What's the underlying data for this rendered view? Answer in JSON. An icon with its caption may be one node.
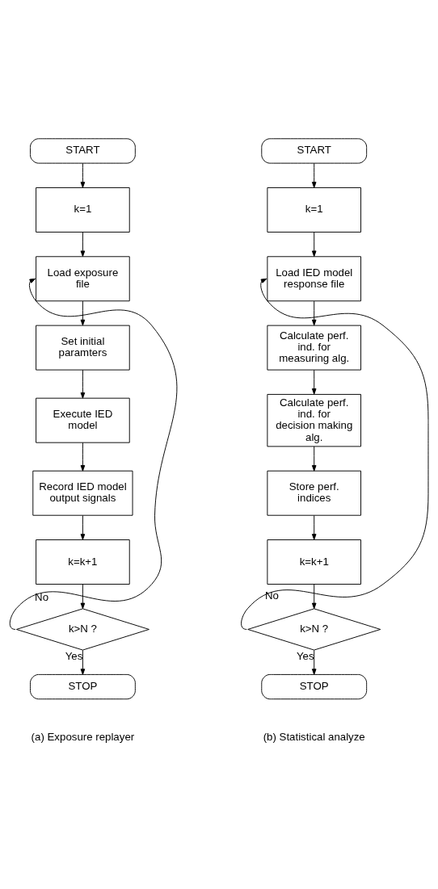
{
  "diagram": {
    "nodes": [
      {
        "text": [
          "START"
        ]
      },
      {
        "text": [
          "k=1"
        ]
      },
      {
        "text": [
          "Load exposure file"
        ]
      },
      {
        "text": [
          "Set initial paramters"
        ]
      },
      {
        "text": [
          "Execute IED model"
        ]
      },
      {
        "text": [
          "Record IED model output signals"
        ]
      },
      {
        "text": [
          "k=k+1"
        ]
      },
      {
        "text": [
          "k>N ?"
        ]
      },
      {
        "text": [
          "STOP"
        ]
      },
      {
        "text": [
          "START"
        ]
      },
      {
        "text": [
          "k=1"
        ]
      },
      {
        "text": [
          "Load IED model response file"
        ]
      },
      {
        "text": [
          "Calculate perf. ind. for measuring alg."
        ]
      },
      {
        "text": [
          "Calculate perf. ind. for decision making alg."
        ]
      },
      {
        "text": [
          "Store perf. indices"
        ]
      },
      {
        "text": [
          "k=k+1"
        ]
      },
      {
        "text": [
          "k>N ?"
        ]
      },
      {
        "text": [
          "STOP"
        ]
      }
    ],
    "edges": [
      {
        "from": 0,
        "to": 1,
        "arrow": "to"
      },
      {
        "from": 1,
        "to": 2,
        "arrow": "to"
      },
      {
        "from": 2,
        "to": 3,
        "arrow": "to"
      },
      {
        "from": 3,
        "to": 4,
        "arrow": "to"
      },
      {
        "from": 4,
        "to": 5,
        "arrow": "to"
      },
      {
        "from": 5,
        "to": 6,
        "arrow": "to"
      },
      {
        "from": 6,
        "to": 7,
        "arrow": "to"
      },
      {
        "from": 7,
        "to": 2,
        "arrow": "to",
        "label": "No"
      },
      {
        "from": 7,
        "to": 8,
        "arrow": "to",
        "label": "Yes"
      },
      {
        "from": 9,
        "to": 10,
        "arrow": "to"
      },
      {
        "from": 10,
        "to": 11,
        "arrow": "to"
      },
      {
        "from": 11,
        "to": 12,
        "arrow": "to"
      },
      {
        "from": 12,
        "to": 13,
        "arrow": "to"
      },
      {
        "from": 13,
        "to": 14,
        "arrow": "to"
      },
      {
        "from": 14,
        "to": 15,
        "arrow": "to"
      },
      {
        "from": 15,
        "to": 16,
        "arrow": "to"
      },
      {
        "from": 16,
        "to": 11,
        "arrow": "to",
        "label": "No"
      },
      {
        "from": 16,
        "to": 17,
        "arrow": "to",
        "label": "Yes"
      }
    ],
    "labels": [
      "(a) Exposure replayer",
      "(b) Statistical analyze"
    ]
  }
}
